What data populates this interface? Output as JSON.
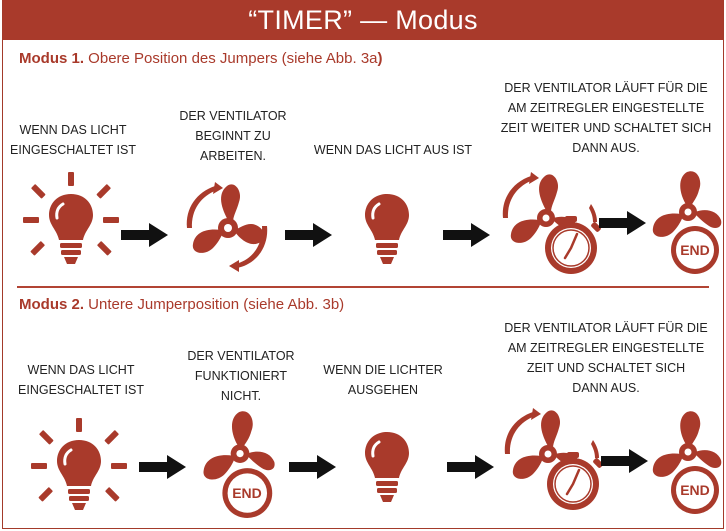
{
  "title": "“TIMER” — Modus",
  "colors": {
    "accent": "#a93a2b",
    "text": "#222222",
    "background": "#ffffff"
  },
  "mode1": {
    "label_bold": "Modus 1.",
    "label_text": " Obere Position des Jumpers (siehe Abb. 3a",
    "label_end": ")",
    "steps": [
      {
        "caption": [
          "WENN DAS LICHT",
          "EINGESCHALTET IST"
        ],
        "icon": "light-bulb-on-icon"
      },
      {
        "caption": [
          "DER VENTILATOR",
          "BEGINNT ZU",
          "ARBEITEN."
        ],
        "icon": "fan-spinning-icon"
      },
      {
        "caption": [
          "WENN DAS LICHT AUS IST"
        ],
        "icon": "light-bulb-off-icon"
      },
      {
        "caption": [
          "DER VENTILATOR LÄUFT FÜR DIE",
          "AM ZEITREGLER EINGESTELLTE",
          "ZEIT WEITER UND SCHALTET SICH",
          "DANN AUS."
        ],
        "icon": "fan-timer-icon"
      },
      {
        "caption": [],
        "icon": "fan-end-icon",
        "badge": "END"
      }
    ]
  },
  "mode2": {
    "label_bold": "Modus 2.",
    "label_text": " Untere Jumperposition (siehe Abb. 3b)",
    "steps": [
      {
        "caption": [
          "WENN DAS LICHT",
          "EINGESCHALTET IST"
        ],
        "icon": "light-bulb-on-icon"
      },
      {
        "caption": [
          "DER VENTILATOR",
          "FUNKTIONIERT",
          "NICHT."
        ],
        "icon": "fan-end-icon",
        "badge": "END"
      },
      {
        "caption": [
          "WENN DIE LICHTER",
          "AUSGEHEN"
        ],
        "icon": "light-bulb-off-icon"
      },
      {
        "caption": [
          "DER VENTILATOR LÄUFT FÜR DIE",
          "AM ZEITREGLER EINGESTELLTE",
          "ZEIT UND SCHALTET SICH",
          "DANN AUS."
        ],
        "icon": "fan-timer-icon"
      },
      {
        "caption": [],
        "icon": "fan-end-icon",
        "badge": "END"
      }
    ]
  }
}
